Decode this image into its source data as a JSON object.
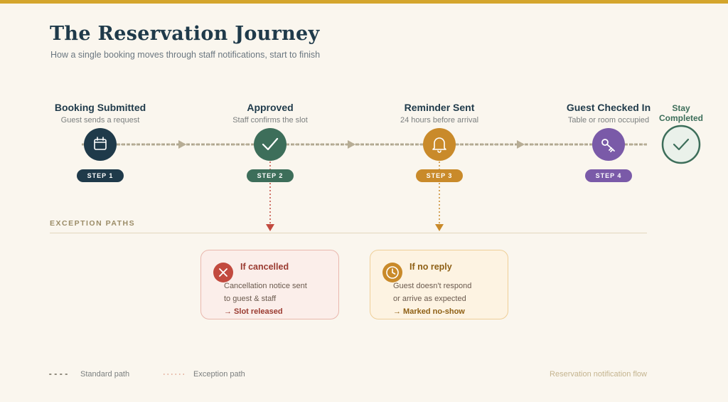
{
  "header": {
    "title": "The Reservation Journey",
    "subtitle": "How a single booking moves through staff notifications, start to finish"
  },
  "colors": {
    "accent_top": "#d4a52c",
    "step1": "#1f3a4a",
    "step2": "#3d6e5a",
    "step3": "#c98a2a",
    "step4": "#7a5aa8",
    "cancel": "#c24a3f",
    "noreply": "#c98a2a",
    "line": "#b7ad95"
  },
  "steps": [
    {
      "title": "Booking Submitted",
      "desc": "Guest sends a request",
      "badge": "STEP 1",
      "icon": "calendar-icon"
    },
    {
      "title": "Approved",
      "desc": "Staff confirms the slot",
      "badge": "STEP 2",
      "icon": "check-icon"
    },
    {
      "title": "Reminder Sent",
      "desc": "24 hours before arrival",
      "badge": "STEP 3",
      "icon": "bell-icon"
    },
    {
      "title": "Guest Checked In",
      "desc": "Table or room occupied",
      "badge": "STEP 4",
      "icon": "key-icon"
    }
  ],
  "final": {
    "title_line1": "Stay",
    "title_line2": "Completed",
    "icon": "check-circle-icon"
  },
  "exceptions": {
    "label": "EXCEPTION PATHS",
    "cancel": {
      "title": "If cancelled",
      "line1": "Cancellation notice sent",
      "line2": "to guest & staff",
      "result": "→ Slot released",
      "icon": "close-icon"
    },
    "noreply": {
      "title": "If no reply",
      "line1": "Guest doesn't respond",
      "line2": "or arrive as expected",
      "result": "→ Marked no-show",
      "icon": "clock-icon"
    }
  },
  "legend": {
    "standard": "Standard path",
    "exception": "Exception path"
  },
  "footer": {
    "note": "Reservation notification flow"
  }
}
